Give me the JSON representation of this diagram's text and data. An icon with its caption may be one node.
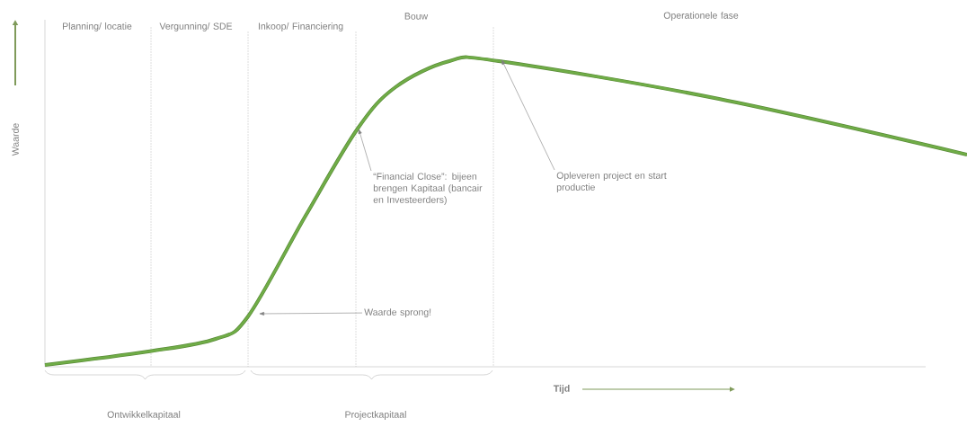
{
  "diagram": {
    "nodes": [
      {
        "text": [
          "“Financial Close”: bijeen brengen Kapitaal (bancair en Investeerders)"
        ]
      },
      {
        "text": [
          "Waarde sprong!"
        ]
      },
      {
        "text": [
          "Opleveren project en start productie"
        ]
      }
    ],
    "edges": [
      {
        "from": 0,
        "to": null,
        "arrow": "to"
      },
      {
        "from": 1,
        "to": null,
        "arrow": "to"
      },
      {
        "from": 2,
        "to": null,
        "arrow": "to"
      }
    ],
    "labels": [
      "Planning/ locatie",
      "Vergunning/ SDE",
      "Inkoop/ Financiering",
      "Bouw",
      "Operationele fase",
      "Waarde",
      "Tijd",
      "Ontwikkelkapitaal",
      "Projectkapitaal"
    ]
  }
}
